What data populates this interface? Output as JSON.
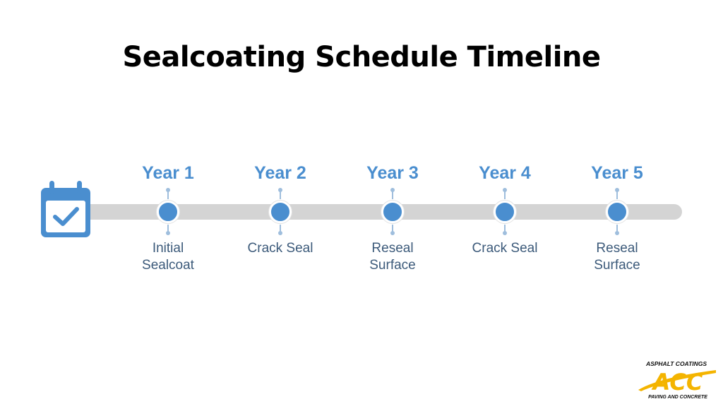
{
  "title": "Sealcoating Schedule Timeline",
  "colors": {
    "accent": "#4a8ecf",
    "track": "#d4d4d4",
    "label": "#3c5a7a",
    "logo": "#f4b400"
  },
  "icon": "calendar-check-icon",
  "milestones": [
    {
      "year": "Year 1",
      "line1": "Initial",
      "line2": "Sealcoat"
    },
    {
      "year": "Year 2",
      "line1": "Crack Seal",
      "line2": ""
    },
    {
      "year": "Year 3",
      "line1": "Reseal",
      "line2": "Surface"
    },
    {
      "year": "Year 4",
      "line1": "Crack Seal",
      "line2": ""
    },
    {
      "year": "Year 5",
      "line1": "Reseal",
      "line2": "Surface"
    }
  ],
  "logo": {
    "top_text": "ASPHALT COATINGS",
    "mark": "ACC",
    "bottom_text": "PAVING AND CONCRETE"
  }
}
